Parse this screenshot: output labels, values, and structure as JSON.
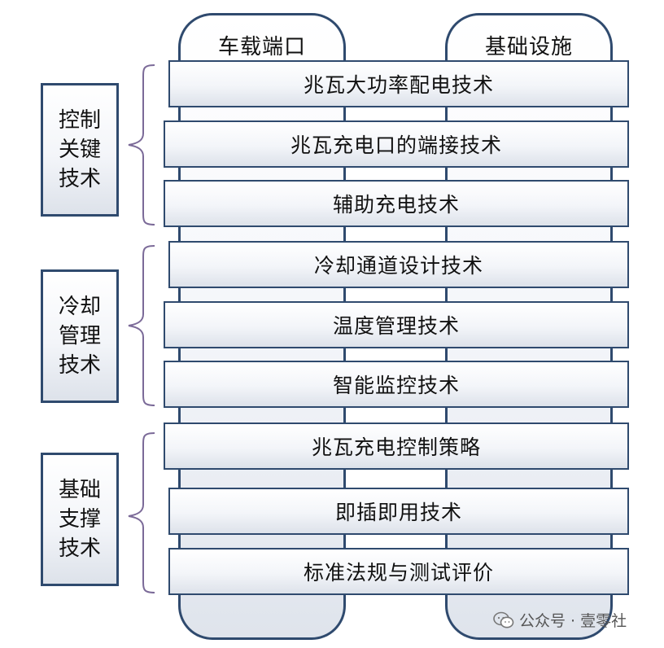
{
  "pillars": {
    "left": "车载端口",
    "right": "基础设施"
  },
  "groups": [
    {
      "label": "控制关键技术",
      "items": [
        "兆瓦大功率配电技术",
        "兆瓦充电口的端接技术",
        "辅助充电技术"
      ]
    },
    {
      "label": "冷却管理技术",
      "items": [
        "冷却通道设计技术",
        "温度管理技术",
        "智能监控技术"
      ]
    },
    {
      "label": "基础支撑技术",
      "items": [
        "兆瓦充电控制策略",
        "即插即用技术",
        "标准法规与测试评价"
      ]
    }
  ],
  "watermark": "公众号 · 壹零社",
  "colors": {
    "border": "#2f4a6e",
    "bracket": "#7b6a98"
  }
}
